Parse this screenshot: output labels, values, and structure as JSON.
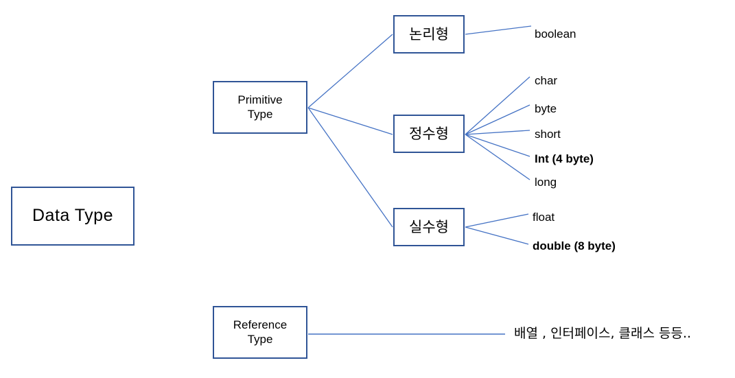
{
  "diagram": {
    "title": "Data Type",
    "theme": {
      "box_border_color": "#2F5496",
      "edge_color": "#4472C4",
      "text_color": "#000000",
      "background_color": "#FFFFFF"
    },
    "nodes": {
      "data_type": "Data Type",
      "primitive_type": "Primitive\nType",
      "reference_type": "Reference\nType",
      "boolean_group": "논리형",
      "integer_group": "정수형",
      "float_group": "실수형"
    },
    "leaves": {
      "boolean": "boolean",
      "char": "char",
      "byte": "byte",
      "short": "short",
      "int": "Int (4 byte)",
      "long": "long",
      "float": "float",
      "double": "double (8 byte)",
      "reference_kinds": "배열 , 인터페이스, 클래스 등등.."
    }
  }
}
